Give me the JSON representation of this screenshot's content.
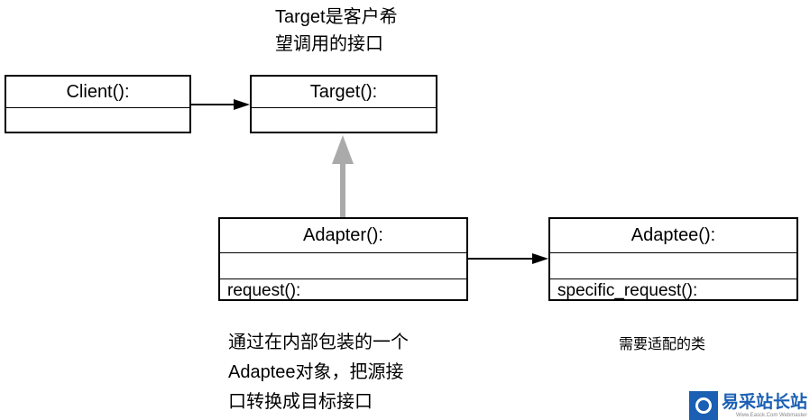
{
  "classes": {
    "client": {
      "name": "Client():"
    },
    "target": {
      "name": "Target():"
    },
    "adapter": {
      "name": "Adapter():",
      "method": "request():"
    },
    "adaptee": {
      "name": "Adaptee():",
      "method": "specific_request():"
    }
  },
  "notes": {
    "target_line1": "Target是客户希",
    "target_line2": "望调用的接口",
    "adapter_line1": "通过在内部包装的一个",
    "adapter_line2": "Adaptee对象，把源接",
    "adapter_line3": "口转换成目标接口",
    "adaptee": "需要适配的类"
  },
  "watermark": {
    "name": "易采站长站",
    "sub": "Www.Easck.Com Webmaster"
  },
  "colors": {
    "line": "#000000",
    "inheritance_arrow": "#aaaaaa",
    "watermark": "#1a5fb4"
  }
}
